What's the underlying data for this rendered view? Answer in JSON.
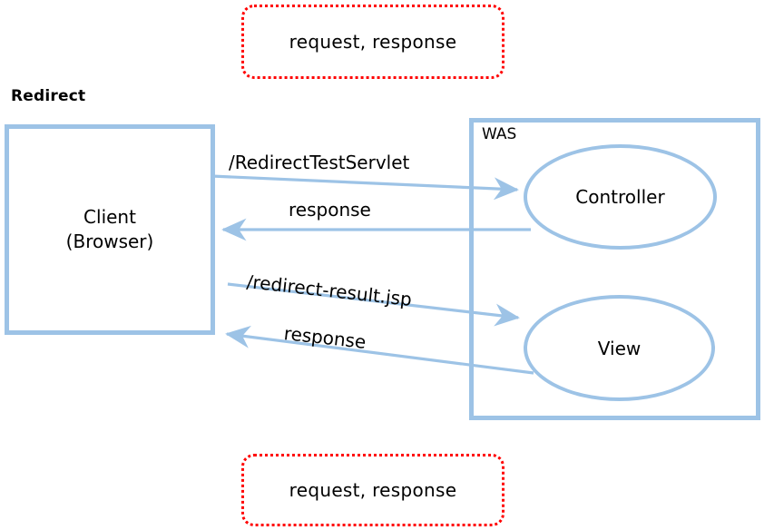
{
  "diagram": {
    "title": "Redirect",
    "callouts": [
      {
        "id": "top",
        "text": "request, response"
      },
      {
        "id": "bottom",
        "text": "request, response"
      }
    ],
    "client": {
      "line1": "Client",
      "line2": "(Browser)"
    },
    "was": {
      "label": "WAS",
      "nodes": [
        {
          "id": "controller",
          "label": "Controller"
        },
        {
          "id": "view",
          "label": "View"
        }
      ]
    },
    "arrows": [
      {
        "id": "request-1",
        "label": "/RedirectTestServlet",
        "direction": "client-to-controller"
      },
      {
        "id": "response-1",
        "label": "response",
        "direction": "controller-to-client"
      },
      {
        "id": "request-2",
        "label": "/redirect-result.jsp",
        "direction": "client-to-view"
      },
      {
        "id": "response-2",
        "label": "response",
        "direction": "view-to-client"
      }
    ],
    "colors": {
      "accent_blue": "#9DC3E6",
      "callout_red": "#FF0000",
      "text": "#000000",
      "background": "#FFFFFF"
    }
  }
}
